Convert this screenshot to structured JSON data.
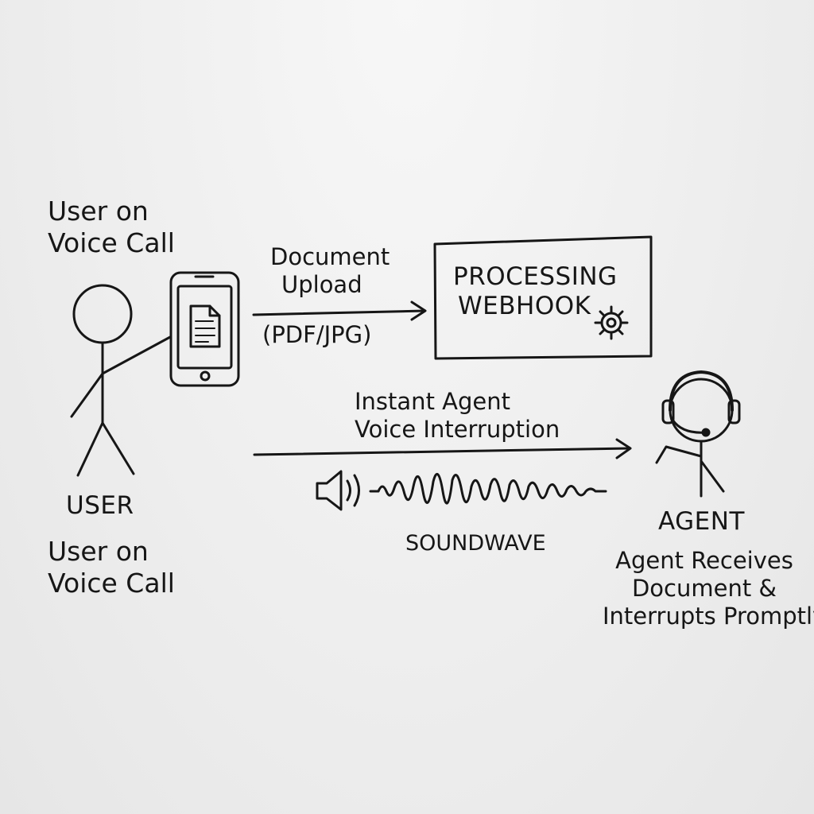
{
  "user": {
    "top_label": [
      "User on",
      "Voice Call"
    ],
    "name": "USER",
    "bottom_label": [
      "User on",
      "Voice Call"
    ]
  },
  "upload": {
    "label": [
      "Document",
      "Upload"
    ],
    "format": "(PDF/JPG)"
  },
  "webhook": {
    "label": [
      "PROCESSING",
      "WEBHOOK"
    ],
    "icon": "gear-icon"
  },
  "interruption": {
    "label": [
      "Instant Agent",
      "Voice Interruption"
    ]
  },
  "soundwave": {
    "label": "SOUNDWAVE",
    "icon": "speaker-icon"
  },
  "agent": {
    "name": "AGENT",
    "label": [
      "Agent Receives",
      "Document &",
      "Interrupts Promptly"
    ]
  },
  "colors": {
    "ink": "#161616",
    "board": "#eeeeee"
  }
}
